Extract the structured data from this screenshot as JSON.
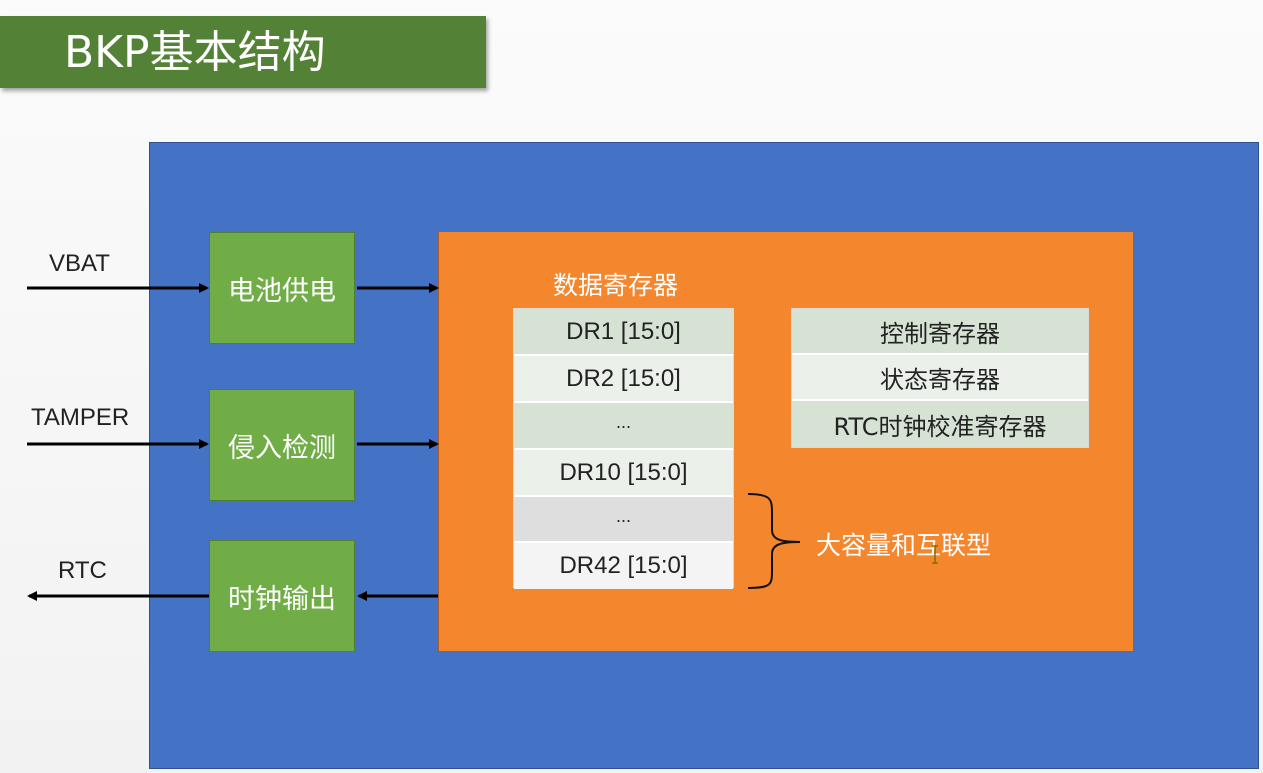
{
  "title": "BKP基本结构",
  "signals": {
    "vbat": "VBAT",
    "tamper": "TAMPER",
    "rtc": "RTC"
  },
  "blocks": {
    "battery": "电池供电",
    "tamper_detect": "侵入检测",
    "clock_output": "时钟输出"
  },
  "data_registers": {
    "title": "数据寄存器",
    "rows": [
      "DR1 [15:0]",
      "DR2 [15:0]",
      "...",
      "DR10 [15:0]",
      "...",
      "DR42 [15:0]"
    ]
  },
  "other_registers": [
    "控制寄存器",
    "状态寄存器",
    "RTC时钟校准寄存器"
  ],
  "brace_note": "大容量和互联型",
  "colors": {
    "title_banner": "#538135",
    "outer_box": "#4472c4",
    "orange_box": "#f4862e",
    "green_block": "#70ad47"
  }
}
